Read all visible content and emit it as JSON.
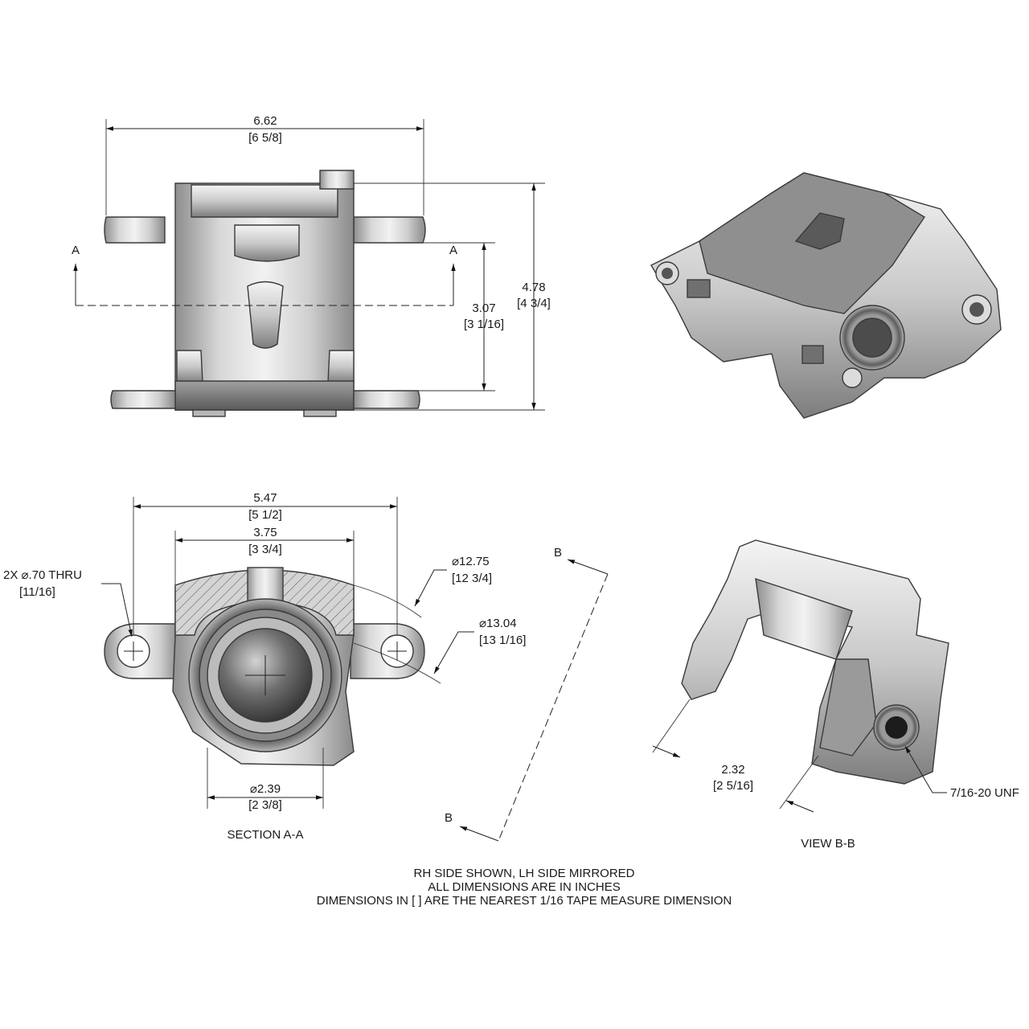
{
  "top_view": {
    "width_in": "6.62",
    "width_frac": "[6 5/8]",
    "height_in": "4.78",
    "height_frac": "[4 3/4]",
    "inner_in": "3.07",
    "inner_frac": "[3 1/16]",
    "section_mark_left": "A",
    "section_mark_right": "A"
  },
  "section_view": {
    "outer_span_in": "5.47",
    "outer_span_frac": "[5 1/2]",
    "inner_span_in": "3.75",
    "inner_span_frac": "[3 3/4]",
    "hole_callout": "2X  ⌀.70  THRU",
    "hole_frac": "[11/16]",
    "dia1_in": "⌀12.75",
    "dia1_frac": "[12 3/4]",
    "dia2_in": "⌀13.04",
    "dia2_frac": "[13 1/16]",
    "piston_in": "⌀2.39",
    "piston_frac": "[2 3/8]",
    "caption": "SECTION A-A"
  },
  "view_b": {
    "mark_top": "B",
    "mark_bottom": "B",
    "depth_in": "2.32",
    "depth_frac": "[2 5/16]",
    "thread_callout": "7/16-20 UNF",
    "caption": "VIEW B-B"
  },
  "notes": [
    "RH SIDE SHOWN, LH SIDE MIRRORED",
    "ALL DIMENSIONS ARE IN INCHES",
    "DIMENSIONS IN [ ] ARE THE NEAREST 1/16 TAPE MEASURE DIMENSION"
  ],
  "colors": {
    "metal_light": "#e6e6e6",
    "metal_mid": "#b9b9b9",
    "metal_dark": "#6f6f6f",
    "line": "#222222"
  }
}
